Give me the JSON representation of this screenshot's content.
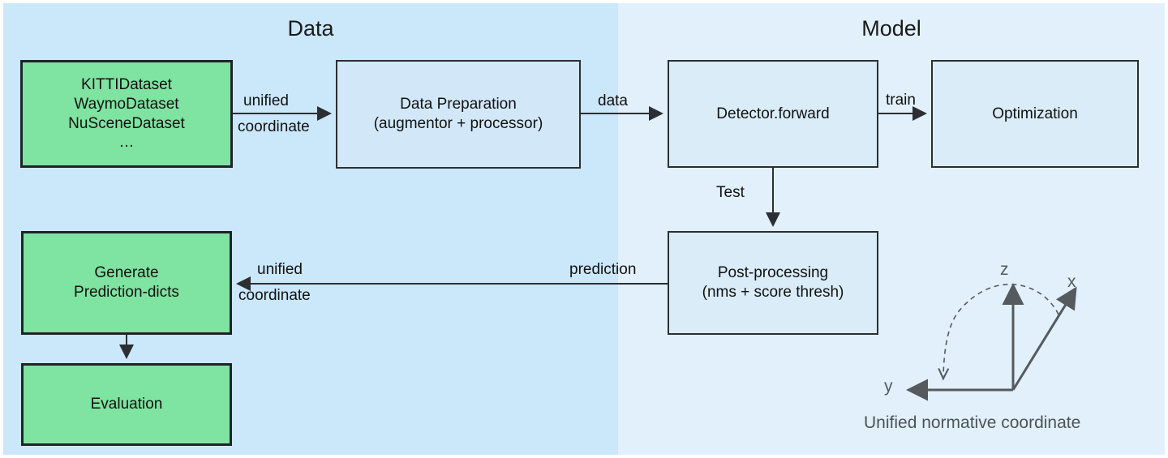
{
  "panels": {
    "data": {
      "title": "Data",
      "bg": "#cbe7fa"
    },
    "model": {
      "title": "Model",
      "bg": "#e1f0fa"
    }
  },
  "nodes": {
    "datasets": {
      "label": "KITTIDataset\nWaymoDataset\nNuSceneDataset\n…",
      "fill": "#7fe3a1"
    },
    "dataprep": {
      "label": "Data Preparation\n(augmentor + processor)",
      "fill": "#d2e8f8"
    },
    "detector": {
      "label": "Detector.forward",
      "fill": "#d9ecf8"
    },
    "optimization": {
      "label": "Optimization",
      "fill": "#d9ecf8"
    },
    "postproc": {
      "label": "Post-processing\n(nms + score thresh)",
      "fill": "#d9ecf8"
    },
    "genpred": {
      "label": "Generate\nPrediction-dicts",
      "fill": "#7fe3a1"
    },
    "evaluation": {
      "label": "Evaluation",
      "fill": "#7fe3a1"
    }
  },
  "edges": {
    "unified_1": "unified",
    "coordinate_1": "coordinate",
    "data": "data",
    "train": "train",
    "test": "Test",
    "prediction": "prediction",
    "unified_2": "unified",
    "coordinate_2": "coordinate"
  },
  "coordinate_system": {
    "axis_z": "z",
    "axis_x": "x",
    "axis_y": "y",
    "caption": "Unified normative coordinate",
    "stroke": "#555a5e"
  }
}
